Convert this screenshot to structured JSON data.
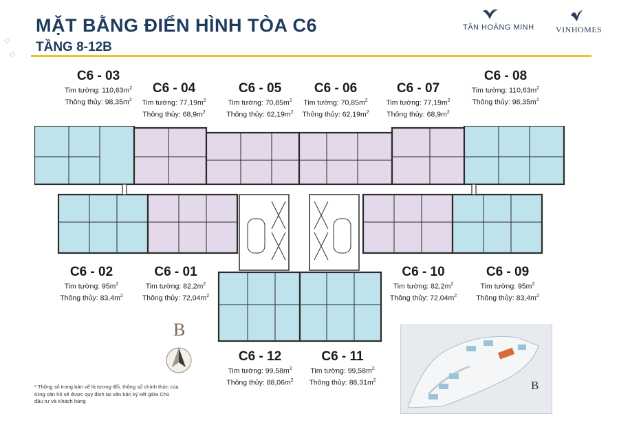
{
  "header": {
    "title": "MẶT BẰNG ĐIỂN HÌNH TÒA C6",
    "subtitle": "TẦNG 8-12B",
    "logo_left": "TÂN HOÀNG MINH",
    "logo_right": "VINHOMES"
  },
  "units": [
    {
      "code": "C6 - 03",
      "area_label": "Tim tường: 110,63m",
      "net_label": "Thông thủy: 98,35m"
    },
    {
      "code": "C6 - 04",
      "area_label": "Tim tường: 77,19m",
      "net_label": "Thông thủy: 68,9m"
    },
    {
      "code": "C6 - 05",
      "area_label": "Tim tường: 70,85m",
      "net_label": "Thông thủy: 62,19m"
    },
    {
      "code": "C6 - 06",
      "area_label": "Tim tường: 70,85m",
      "net_label": "Thông thủy: 62,19m"
    },
    {
      "code": "C6 - 07",
      "area_label": "Tim tường: 77,19m",
      "net_label": "Thông thủy: 68,9m"
    },
    {
      "code": "C6 - 08",
      "area_label": "Tim tường: 110,63m",
      "net_label": "Thông thủy: 98,35m"
    },
    {
      "code": "C6 - 02",
      "area_label": "Tim tường: 95m",
      "net_label": "Thông thủy: 83,4m"
    },
    {
      "code": "C6 - 01",
      "area_label": "Tim tường: 82,2m",
      "net_label": "Thông thủy: 72,04m"
    },
    {
      "code": "C6 - 10",
      "area_label": "Tim tường: 82,2m",
      "net_label": "Thông thủy: 72,04m"
    },
    {
      "code": "C6 - 09",
      "area_label": "Tim tường: 95m",
      "net_label": "Thông thủy: 83,4m"
    },
    {
      "code": "C6 - 12",
      "area_label": "Tim tường: 99,58m",
      "net_label": "Thông thủy: 88,06m"
    },
    {
      "code": "C6 - 11",
      "area_label": "Tim tường: 99,58m",
      "net_label": "Thông thủy: 88,31m"
    }
  ],
  "unit_superscript": "2",
  "compass": {
    "letter": "B",
    "map_letter": "B"
  },
  "footnote": "* Thông số trong bản vẽ là tương đối, thông số chính thức của từng căn hộ sẽ được quy định tại văn bản ký kết giữa Chủ đầu tư và Khách hàng",
  "colors": {
    "brand_navy": "#1f3a5f",
    "gold_rule": "#e8c530",
    "unit_blue": "#bfe3ec",
    "unit_lilac": "#e3d9ea",
    "wall": "#2b2b2b"
  },
  "icons": [
    "compass-arrow-icon",
    "tan-hoang-minh-bird-logo",
    "vinhomes-bird-logo"
  ]
}
